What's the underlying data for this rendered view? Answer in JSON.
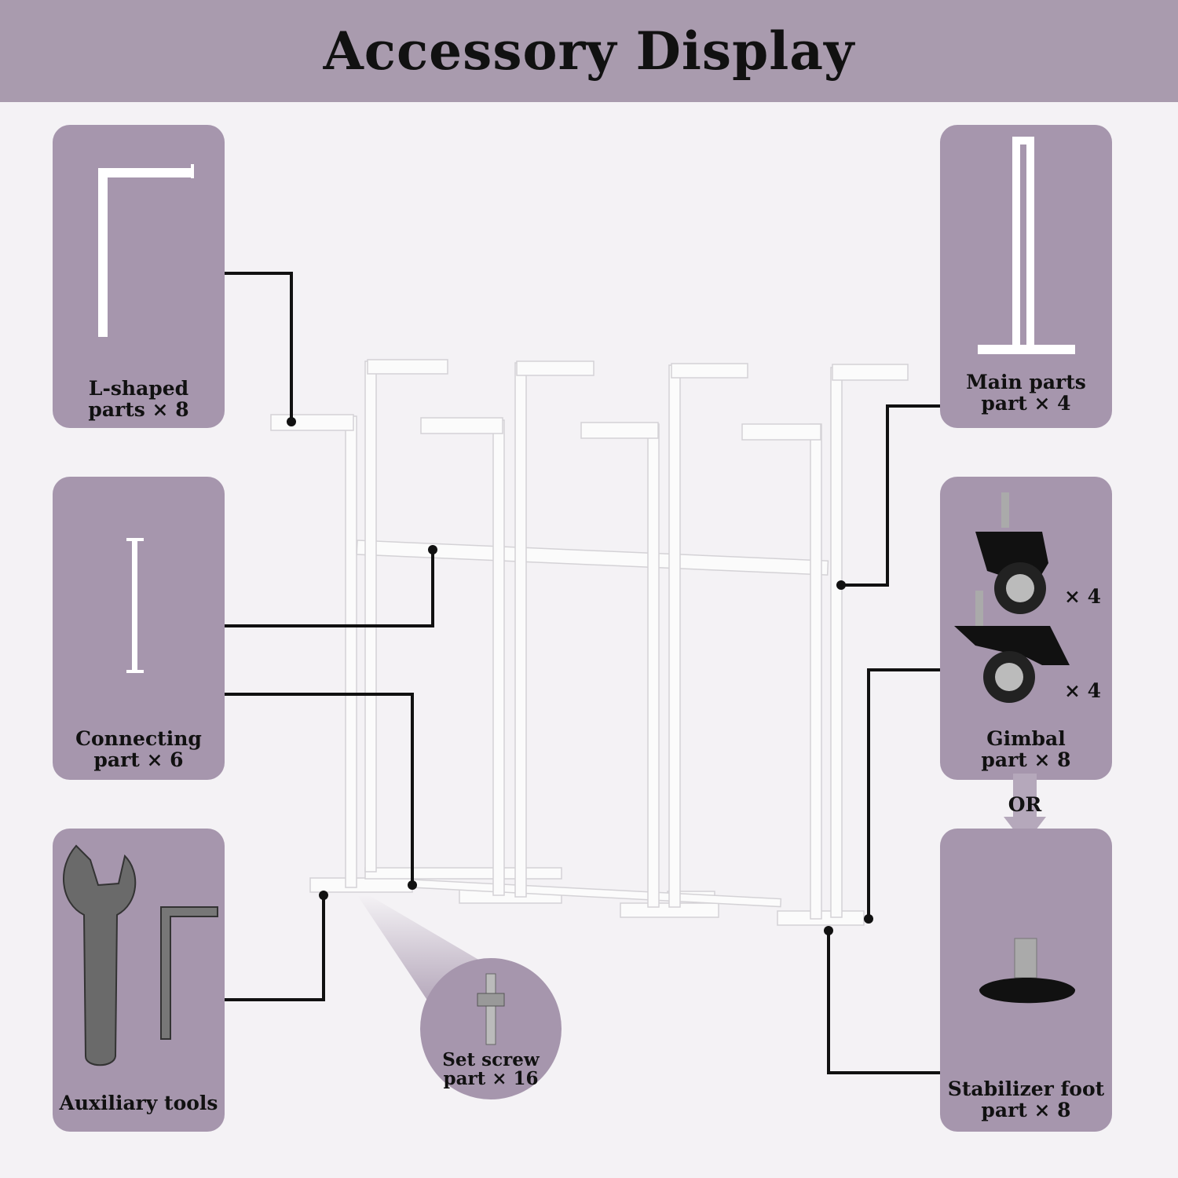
{
  "title": "Accessory Display",
  "parts": {
    "l_shaped": {
      "line1": "L-shaped",
      "line2": "parts × 8"
    },
    "connecting": {
      "line1": "Connecting",
      "line2": "part × 6"
    },
    "auxiliary": {
      "line1": "Auxiliary tools"
    },
    "main": {
      "line1": "Main parts",
      "line2": "part × 4"
    },
    "gimbal": {
      "line1": "Gimbal",
      "line2": "part × 8",
      "count_a": "× 4",
      "count_b": "× 4"
    },
    "stabilizer": {
      "line1": "Stabilizer foot",
      "line2": "part × 8"
    },
    "set_screw": {
      "line1": "Set screw",
      "line2": "part × 16"
    }
  },
  "or_label": "OR",
  "colors": {
    "header": "#a99bae",
    "panel": "#a696ad",
    "background": "#f4f2f5",
    "line": "#111111"
  }
}
